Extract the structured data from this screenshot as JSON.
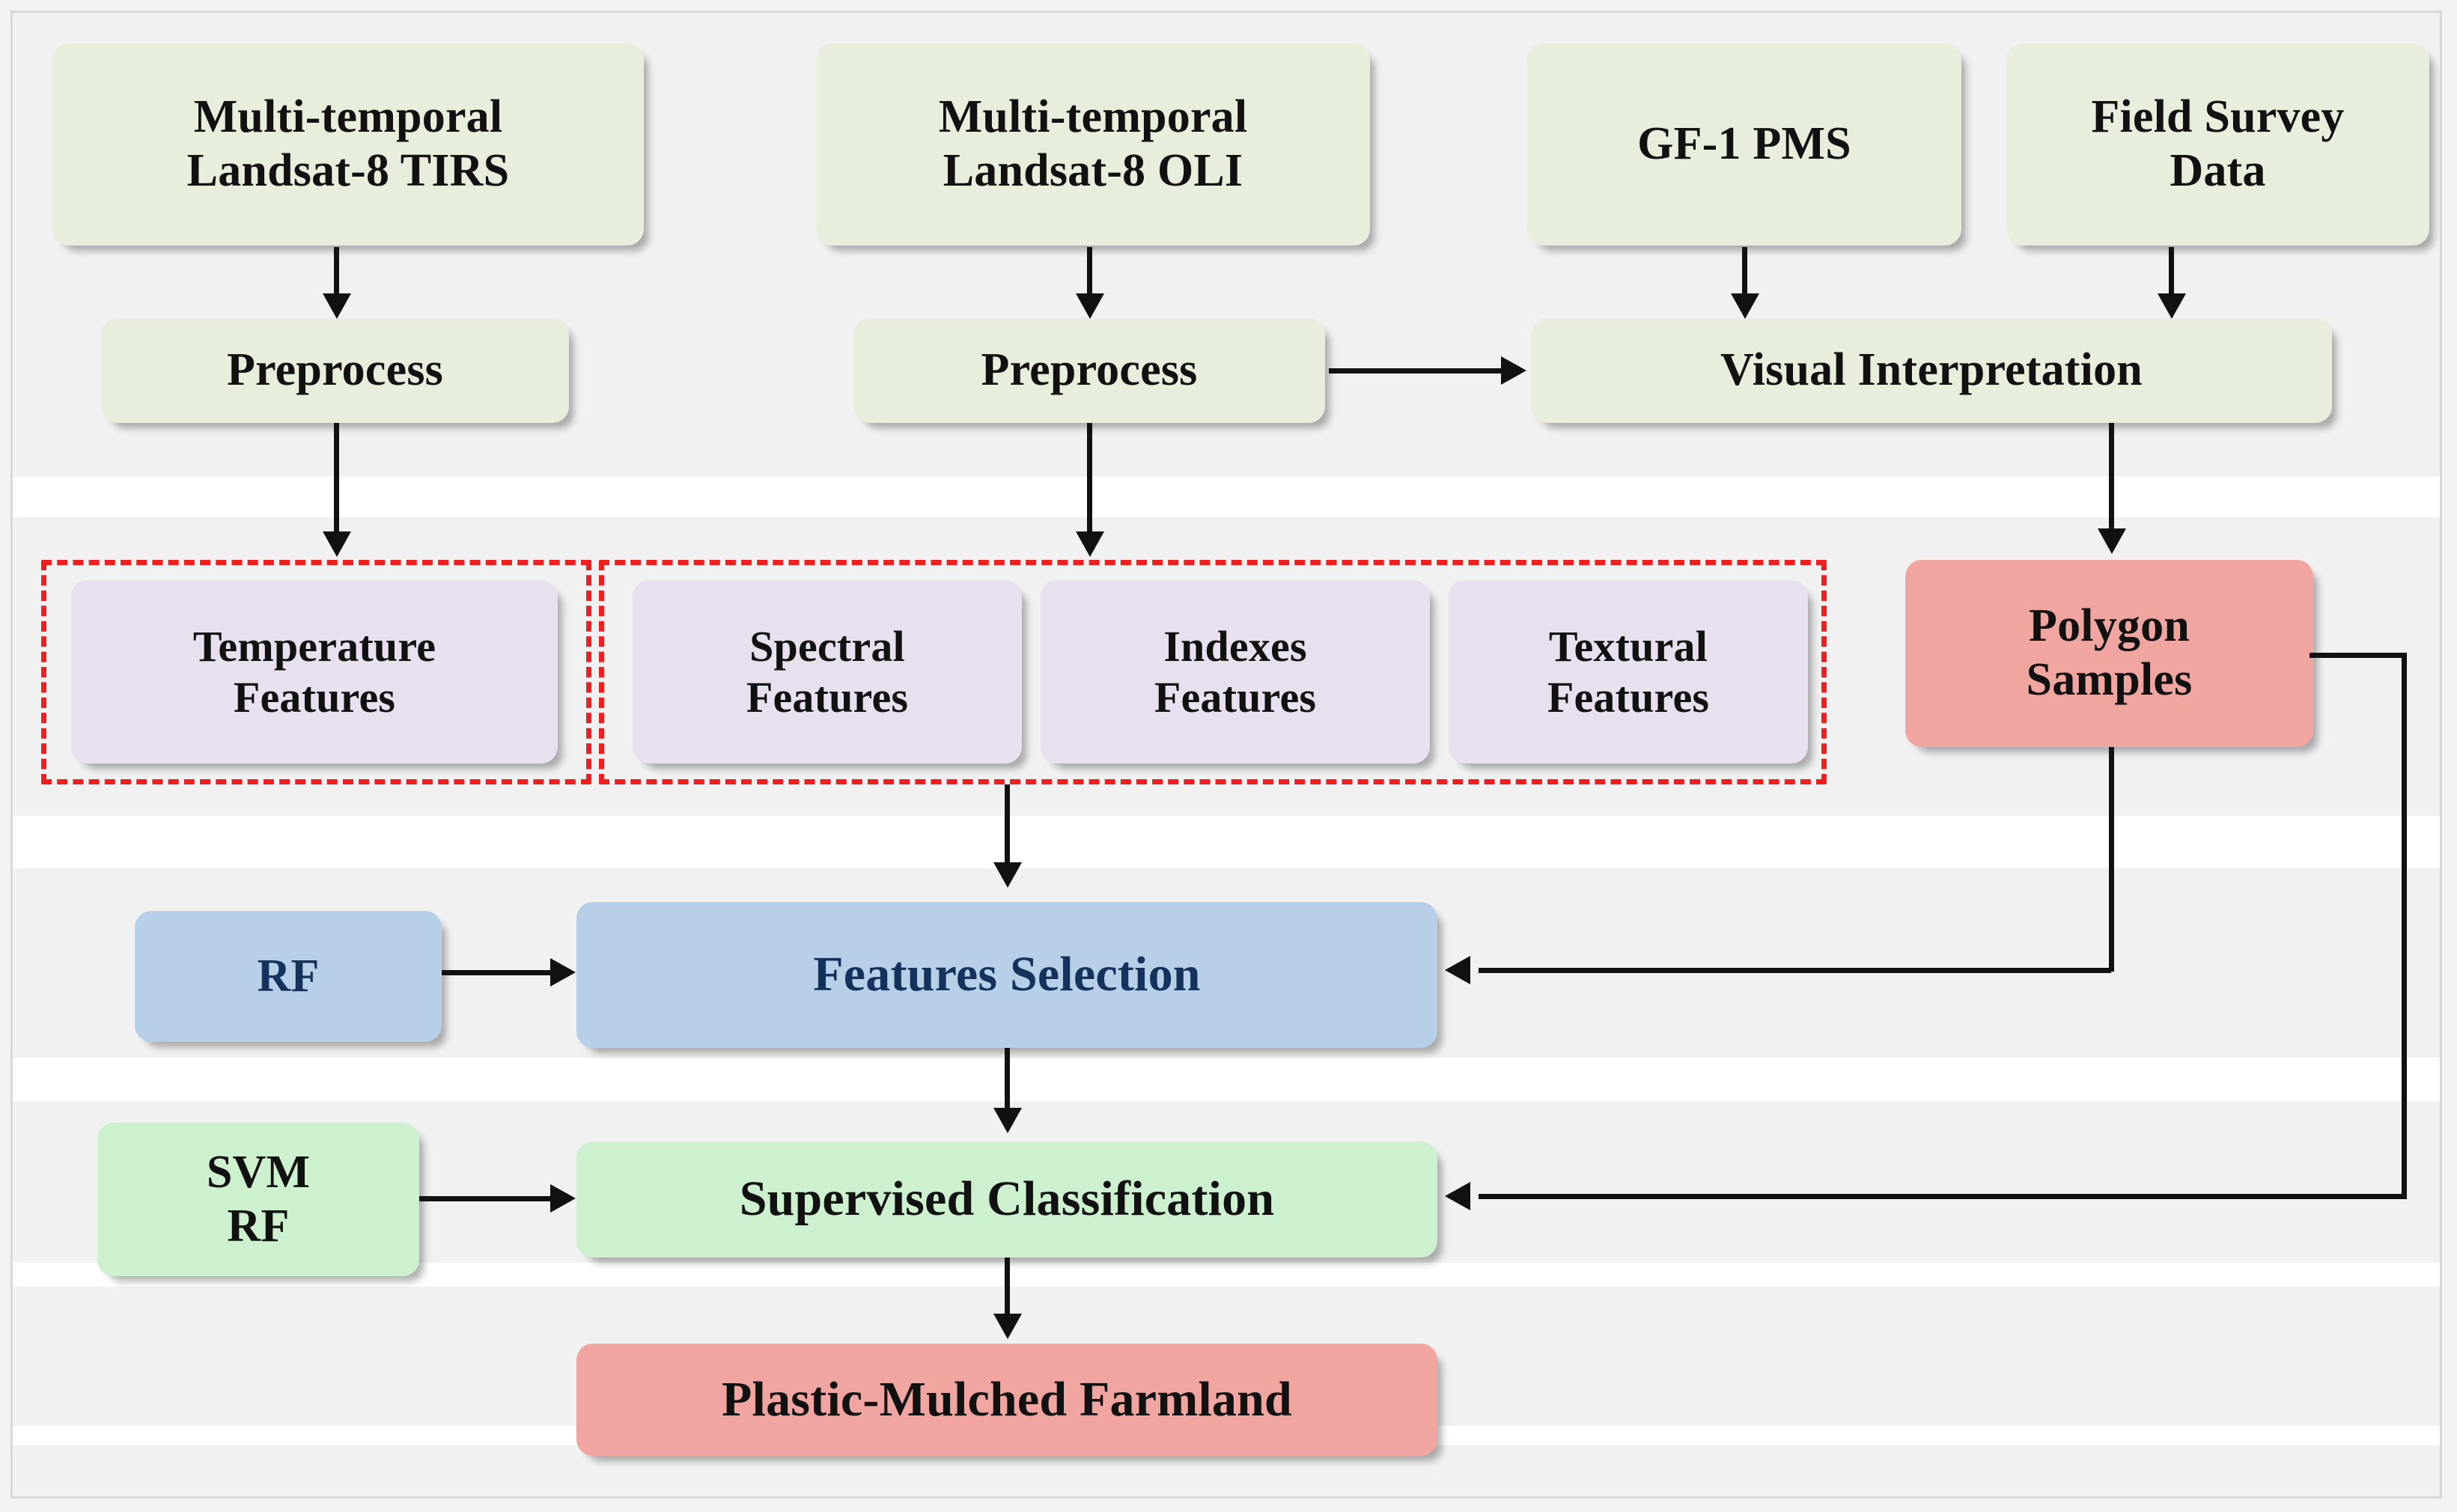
{
  "figure": {
    "type": "flowchart",
    "title": "Plastic-Mulched Farmland mapping workflow",
    "colors": {
      "green_box": "#e7efdc",
      "purple_box": "#e8e0ee",
      "blue_box": "#b7d0e8",
      "mint_box": "#cdf0cf",
      "salmon_box": "#f0a5a0",
      "dashed_group": "#ef1f1f",
      "connector": "#111111",
      "background": "#f1f1f1"
    }
  },
  "nodes": {
    "landsat_tirs": "Multi-temporal\nLandsat-8 TIRS",
    "landsat_tirs_line1": "Multi-temporal",
    "landsat_tirs_line2": "Landsat-8 TIRS",
    "landsat_oli_line1": "Multi-temporal",
    "landsat_oli_line2": "Landsat-8 OLI",
    "gf1_pms": "GF-1  PMS",
    "field_survey_line1": "Field Survey",
    "field_survey_line2": "Data",
    "preprocess_tirs": "Preprocess",
    "preprocess_oli": "Preprocess",
    "visual_interpretation": "Visual Interpretation",
    "temperature_features_line1": "Temperature",
    "temperature_features_line2": "Features",
    "spectral_features_line1": "Spectral",
    "spectral_features_line2": "Features",
    "indexes_features_line1": "Indexes",
    "indexes_features_line2": "Features",
    "textural_features_line1": "Textural",
    "textural_features_line2": "Features",
    "polygon_samples_line1": "Polygon",
    "polygon_samples_line2": "Samples",
    "rf": "RF",
    "features_selection": "Features Selection",
    "svm_rf_line1": "SVM",
    "svm_rf_line2": "RF",
    "supervised_classification": "Supervised Classification",
    "plastic_mulched_farmland": "Plastic-Mulched Farmland"
  },
  "edges": [
    {
      "from": "landsat_tirs",
      "to": "preprocess_tirs"
    },
    {
      "from": "landsat_oli",
      "to": "preprocess_oli"
    },
    {
      "from": "gf1_pms",
      "to": "visual_interpretation"
    },
    {
      "from": "field_survey",
      "to": "visual_interpretation"
    },
    {
      "from": "preprocess_tirs",
      "to": "temperature_features"
    },
    {
      "from": "preprocess_oli",
      "to": "spectral_indexes_textural_group"
    },
    {
      "from": "preprocess_oli",
      "to": "visual_interpretation"
    },
    {
      "from": "visual_interpretation",
      "to": "polygon_samples"
    },
    {
      "from": "features_group",
      "to": "features_selection"
    },
    {
      "from": "rf",
      "to": "features_selection"
    },
    {
      "from": "polygon_samples",
      "to": "features_selection"
    },
    {
      "from": "features_selection",
      "to": "supervised_classification"
    },
    {
      "from": "svm_rf",
      "to": "supervised_classification"
    },
    {
      "from": "polygon_samples",
      "to": "supervised_classification"
    },
    {
      "from": "supervised_classification",
      "to": "plastic_mulched_farmland"
    }
  ],
  "groups": [
    {
      "name": "temperature-feature-group",
      "members": [
        "temperature_features"
      ]
    },
    {
      "name": "optical-feature-group",
      "members": [
        "spectral_features",
        "indexes_features",
        "textural_features"
      ]
    }
  ]
}
